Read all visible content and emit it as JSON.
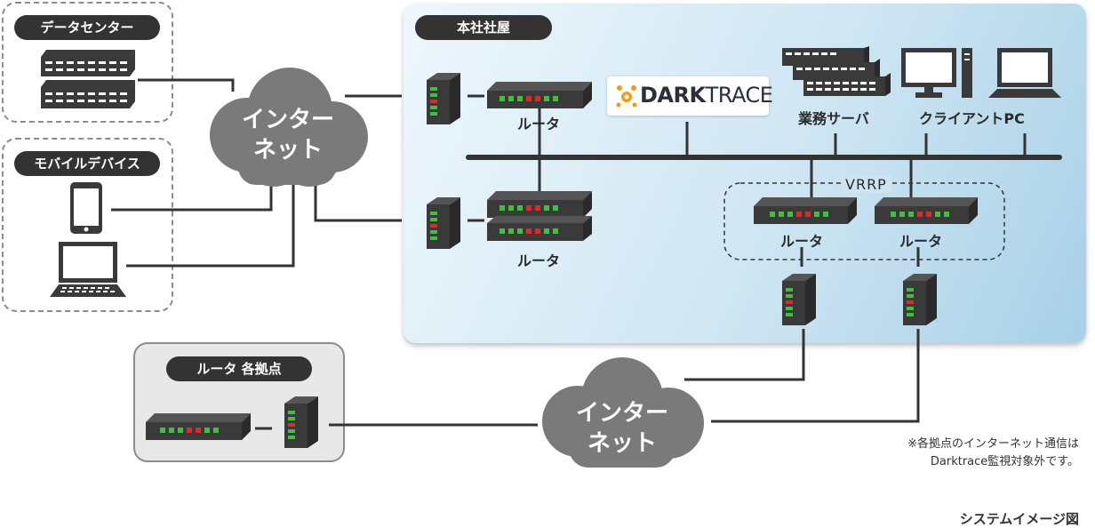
{
  "panels": {
    "datacenter": "データセンター",
    "mobile": "モバイルデバイス",
    "hq": "本社社屋",
    "branch": "ルータ 各拠点"
  },
  "clouds": {
    "top": {
      "line1": "インター",
      "line2": "ネット"
    },
    "bottom": {
      "line1": "インター",
      "line2": "ネット"
    }
  },
  "labels": {
    "router_top": "ルータ",
    "router_mid": "ルータ",
    "server": "業務サーバ",
    "client": "クライアントPC",
    "vrrp": "VRRP",
    "vrrp_router_1": "ルータ",
    "vrrp_router_2": "ルータ"
  },
  "logo": {
    "part1": "DARK",
    "part2": "TRACE"
  },
  "note": {
    "line1": "※各拠点のインターネット通信は",
    "line2": "Darktrace監視対象外です。"
  },
  "caption": "システムイメージ図",
  "colors": {
    "dark_device": "#3a3a3a",
    "led_green": "#3ec23e",
    "led_red": "#e02828",
    "cloud": "#7a7a7a",
    "line": "#333333",
    "hq_blue": "#a8d0e7",
    "logo_orange": "#f39c12"
  }
}
